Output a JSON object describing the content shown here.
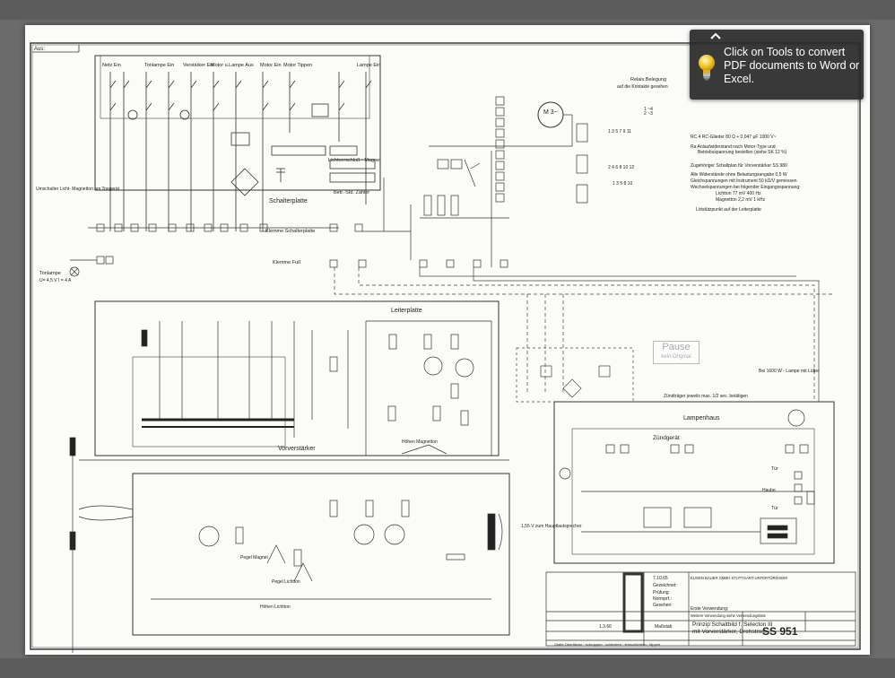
{
  "tooltip": {
    "text": "Click on Tools to convert PDF documents to Word or Excel."
  },
  "stamp": {
    "line1": "Pause",
    "line2": "kein Original"
  },
  "schematic": {
    "corner_label": "Aus:",
    "top_labels": [
      "Netz Ein",
      "Tonlampe Ein",
      "Verstärker Ein",
      "Motor u.Lampe Aus",
      "Motor Ein",
      "Motor Tippen",
      "Lampe Ein"
    ],
    "relais_title": "Relais Belegung",
    "relais_sub": "auf die Kontakte gesehen",
    "motor_label": "M 3~",
    "notes": [
      "RC 4 RC-Glieder 80 Ω + 0,047 µF 1000 V~",
      "Ra  Anlaufwiderstand nach Motor-Type und",
      "Betriebsspannung bestellen (siehe SK 12 %)",
      "Zugehöriger Schaltplan für Vorverstärker SS 980",
      "Alle Widerstände ohne Belastungsangabe  0,5 W",
      "Gleichspannungen mit Instrument  50 kΩ/V gemessen",
      "Wechselspannungen bei folgender Eingangsspannung:",
      "Lichtton 77 mV 400 Hz",
      "Magnetton 2,2 mV 1 kHz",
      "Lötstützpunkt auf der Leiterplatte"
    ],
    "section_labels": {
      "schalterplatte": "Schalterplatte",
      "klemme_schalterplatte": "Klemme Schalterplatte",
      "klemme_fuss": "Klemme Fuß",
      "leiterplatte": "Leiterplatte",
      "vorverstaerker": "Vorverstärker",
      "lampenhaus": "Lampenhaus",
      "zuendgeraet": "Zündgerät",
      "tonlampe": "Tonlampe",
      "tonlampe_spec": "U= 4,5 V  I = 4 A",
      "umschalter": "Umschalter Licht- Magnetton am Tongerät",
      "lichtverschluss": "Lichtverschluß - Magnet",
      "bettries_zaehler": "Betr.-Std. Zähler",
      "zuendtraeger": "Zündträger jeweils max. 1/2 sec. betätigen",
      "lampe_spec": "Bei 1600 W - Lampe mit Lüfter",
      "lautsprecher": "1,55 V zum Hauptlautsprecher",
      "tuer": "Tür",
      "haube": "Haube",
      "hoehen_magnetton": "Höhen Magnetton",
      "hoehen_lichtton": "Höhen Lichtton",
      "pegel_magnet": "Pegel Magnet",
      "pegel_lichtton": "Pegel Lichtton"
    },
    "title_block": {
      "date": "7.10.65",
      "drawn": "Gezeichnet:",
      "checked": "Prüfung:",
      "norm": "Normprf.:",
      "approved": "Gesehen:",
      "use": "Erste Verwendung:",
      "use_note": "Weitere Verwendung siehe Verwendungsliste",
      "company": "EUGEN BAUER GMBH STUTTGART-UNTERTÜRKHEIM",
      "title_line1": "Prinzip Schaltbild f. Selecton III",
      "title_line2": "mit Vorverstärker, Drehstrom",
      "drawing_no": "SS 951",
      "scale": "Maßstab",
      "revision_date": "1.3.66",
      "footer": "Glatte Oberfläche · schruppen · schlichten · feinschlichten · läppen"
    }
  }
}
